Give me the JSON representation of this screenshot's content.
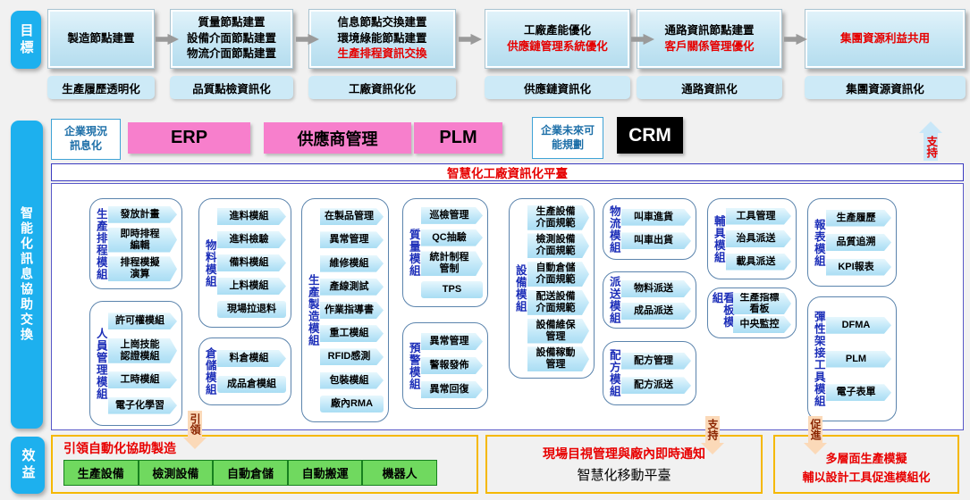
{
  "palette": {
    "rail_blue": "#1db0ee",
    "flow_blue": "#c6e6f4",
    "sub_blue": "#cdeaf7",
    "chip_blue": "#b9e4f7",
    "pink": "#f77fcc",
    "black": "#000000",
    "red": "#e60000",
    "group_border": "#5b84ad",
    "container_border": "#5858c8",
    "gold": "#f5b800",
    "green": "#70d95f",
    "peach": "#fbd9b8"
  },
  "rails": {
    "goal": "目標",
    "exchange": "智能化訊息協助交換",
    "benefit": "效益"
  },
  "flow": [
    {
      "lines": [
        {
          "t": "製造節點建置",
          "red": false
        }
      ],
      "sub": "生產履歷透明化"
    },
    {
      "lines": [
        {
          "t": "質量節點建置",
          "red": false
        },
        {
          "t": "設備介面節點建置",
          "red": false
        },
        {
          "t": "物流介面節點建置",
          "red": false
        }
      ],
      "sub": "品質點檢資訊化"
    },
    {
      "lines": [
        {
          "t": "信息節點交換建置",
          "red": false
        },
        {
          "t": "環境綠能節點建置",
          "red": false
        },
        {
          "t": "生產排程資訊交換",
          "red": true
        }
      ],
      "sub": "工廠資訊化化"
    },
    {
      "lines": [
        {
          "t": "工廠產能優化",
          "red": false
        },
        {
          "t": "供應鏈管理系統優化",
          "red": true
        }
      ],
      "sub": "供應鏈資訊化"
    },
    {
      "lines": [
        {
          "t": "通路資訊節點建置",
          "red": false
        },
        {
          "t": "客戶關係管理優化",
          "red": true
        }
      ],
      "sub": "通路資訊化"
    },
    {
      "lines": [
        {
          "t": "集團資源利益共用",
          "red": true
        }
      ],
      "sub": "集團資源資訊化"
    }
  ],
  "middle": {
    "current_label": "企業現況\n訊息化",
    "future_label": "企業未來可\n能規劃",
    "systems": [
      {
        "id": "erp",
        "t": "ERP"
      },
      {
        "id": "supplier-management",
        "t": "供應商管理"
      },
      {
        "id": "plm",
        "t": "PLM"
      },
      {
        "id": "crm",
        "t": "CRM"
      }
    ]
  },
  "banner": "智慧化工廠資訊化平臺",
  "groups": [
    {
      "id": "production-scheduling",
      "label": "生產排程模組",
      "items": [
        {
          "t": "發放計畫"
        },
        {
          "t": "即時排程\n編輯"
        },
        {
          "t": "排程模擬\n演算"
        }
      ]
    },
    {
      "id": "personnel-management",
      "label": "人員管理模組",
      "items": [
        {
          "t": "許可權模組"
        },
        {
          "t": "上崗技能\n認證模組"
        },
        {
          "t": "工時模組"
        },
        {
          "t": "電子化學習"
        }
      ]
    },
    {
      "id": "material",
      "label": "物料模組",
      "items": [
        {
          "t": "進料模組"
        },
        {
          "t": "進料檢驗"
        },
        {
          "t": "備料模組"
        },
        {
          "t": "上料模組"
        },
        {
          "t": "現場拉退料",
          "flat": true
        }
      ]
    },
    {
      "id": "warehouse",
      "label": "倉儲模組",
      "items": [
        {
          "t": "料倉模組"
        },
        {
          "t": "成品倉模組",
          "flat": true
        }
      ]
    },
    {
      "id": "manufacturing",
      "label": "生產製造模組",
      "items": [
        {
          "t": "在製品管理"
        },
        {
          "t": "異常管理"
        },
        {
          "t": "維修模組"
        },
        {
          "t": "產線測試"
        },
        {
          "t": "作業指導書"
        },
        {
          "t": "重工模組"
        },
        {
          "t": "RFID感測"
        },
        {
          "t": "包裝模組"
        },
        {
          "t": "廠內RMA",
          "flat": true
        }
      ]
    },
    {
      "id": "quality",
      "label": "質量模組",
      "items": [
        {
          "t": "巡檢管理"
        },
        {
          "t": "QC抽驗"
        },
        {
          "t": "統計制程\n管制"
        },
        {
          "t": "TPS",
          "flat": true
        }
      ]
    },
    {
      "id": "early-warning",
      "label": "預警模組",
      "items": [
        {
          "t": "異常管理"
        },
        {
          "t": "警報發佈"
        },
        {
          "t": "異常回復"
        }
      ]
    },
    {
      "id": "equipment",
      "label": "設備模組",
      "items": [
        {
          "t": "生產設備\n介面規範"
        },
        {
          "t": "檢測設備\n介面規範"
        },
        {
          "t": "自動倉儲\n介面規範"
        },
        {
          "t": "配送設備\n介面規範"
        },
        {
          "t": "設備維保\n管理"
        },
        {
          "t": "設備稼動\n管理"
        }
      ]
    },
    {
      "id": "logistics",
      "label": "物流模組",
      "items": [
        {
          "t": "叫車進貨"
        },
        {
          "t": "叫車出貨"
        }
      ]
    },
    {
      "id": "dispatch",
      "label": "派送模組",
      "items": [
        {
          "t": "物料派送"
        },
        {
          "t": "成品派送"
        }
      ]
    },
    {
      "id": "recipe",
      "label": "配方模組",
      "items": [
        {
          "t": "配方管理"
        },
        {
          "t": "配方派送"
        }
      ]
    },
    {
      "id": "fixture",
      "label": "輔具模組",
      "items": [
        {
          "t": "工具管理"
        },
        {
          "t": "治具派送"
        },
        {
          "t": "載具派送"
        }
      ]
    },
    {
      "id": "kanban",
      "label": "看板模組",
      "items": [
        {
          "t": "生產指標\n看板"
        },
        {
          "t": "中央監控"
        }
      ]
    },
    {
      "id": "report",
      "label": "報表模組",
      "items": [
        {
          "t": "生產履歷"
        },
        {
          "t": "品質追溯"
        },
        {
          "t": "KPI報表"
        }
      ]
    },
    {
      "id": "flex-bridge-tools",
      "label": "彈性架接工具模組",
      "items": [
        {
          "t": "DFMA"
        },
        {
          "t": "PLM"
        },
        {
          "t": "電子表單"
        }
      ]
    }
  ],
  "arrows": {
    "support_top": "支持",
    "lead": "引領",
    "support_bottom": "支持",
    "promote": "促進"
  },
  "bottom": {
    "boxA": {
      "title": "引領自動化協助製造",
      "buttons": [
        "生產設備",
        "檢測設備",
        "自動倉儲",
        "自動搬運",
        "機器人"
      ]
    },
    "boxB": {
      "title": "現場目視管理與廠內即時通知",
      "subtitle": "智慧化移動平臺"
    },
    "boxC": {
      "lines": [
        "多層面生產模擬",
        "輔以設計工具促進模組化"
      ]
    }
  }
}
